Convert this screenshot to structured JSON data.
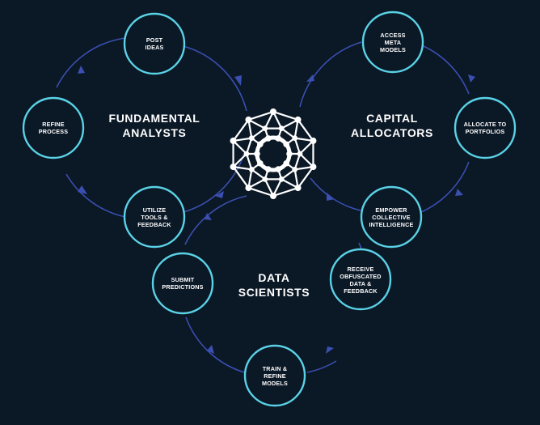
{
  "colors": {
    "background": "#0b1826",
    "node_stroke": "#5ad2e6",
    "cycle_line": "#3a4fb0",
    "text": "#ffffff",
    "hub": "#ffffff"
  },
  "groups": {
    "fundamental": {
      "line1": "FUNDAMENTAL",
      "line2": "ANALYSTS"
    },
    "capital": {
      "line1": "CAPITAL",
      "line2": "ALLOCATORS"
    },
    "data": {
      "line1": "DATA",
      "line2": "SCIENTISTS"
    }
  },
  "nodes": {
    "post_ideas": [
      "POST",
      "IDEAS"
    ],
    "refine_process": [
      "REFINE",
      "PROCESS"
    ],
    "utilize_tools": [
      "UTILIZE",
      "TOOLS &",
      "FEEDBACK"
    ],
    "access_meta": [
      "ACCESS",
      "META",
      "MODELS"
    ],
    "allocate_portfolios": [
      "ALLOCATE TO",
      "PORTFOLIOS"
    ],
    "empower_collective": [
      "EMPOWER",
      "COLLECTIVE",
      "INTELLIGENCE"
    ],
    "receive_data": [
      "RECEIVE",
      "OBFUSCATED",
      "DATA &",
      "FEEDBACK"
    ],
    "train_models": [
      "TRAIN &",
      "REFINE",
      "MODELS"
    ],
    "submit_predictions": [
      "SUBMIT",
      "PREDICTIONS"
    ]
  },
  "hub_icon": "network-polyhedron-icon"
}
